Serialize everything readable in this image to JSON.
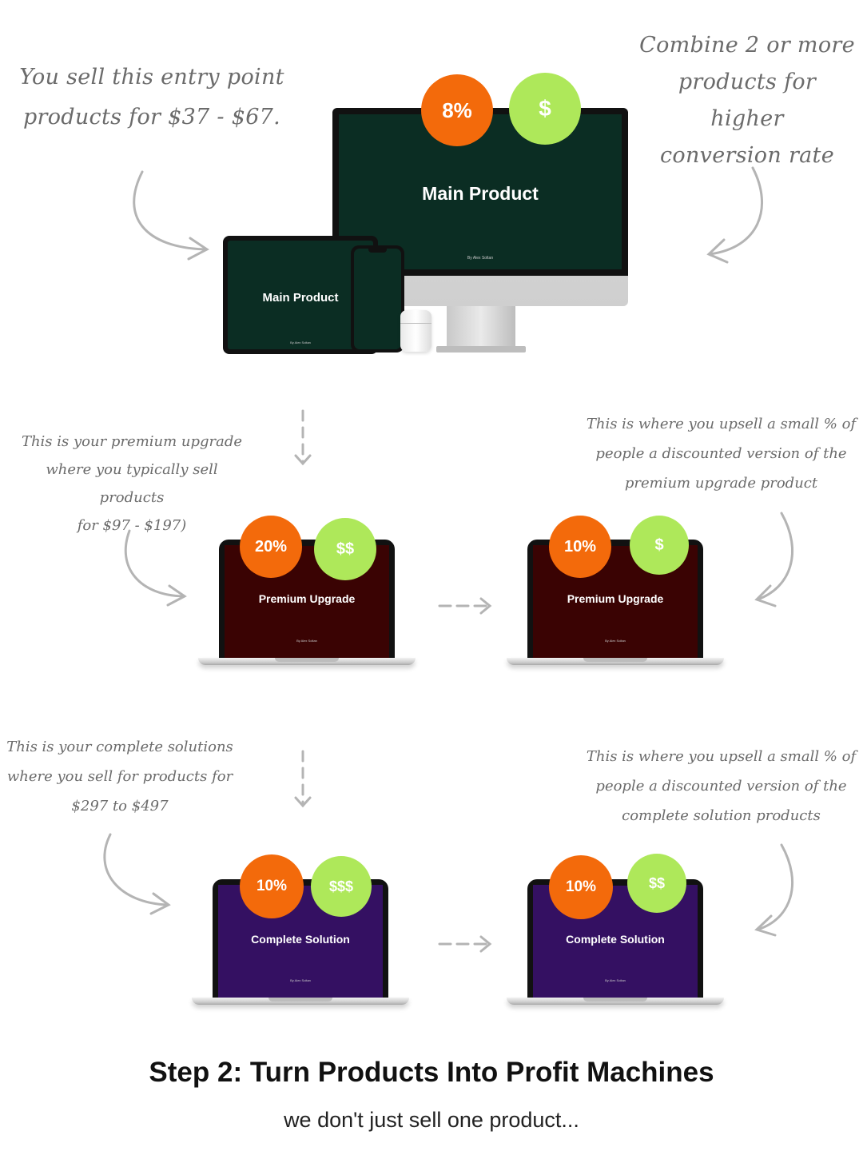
{
  "notes": {
    "entry": "You sell this entry point\nproducts for $37 - $67.",
    "combine": "Combine 2 or more\nproducts for higher\nconversion rate",
    "premium": "This is your premium upgrade\nwhere you typically sell products\nfor $97 - $197)",
    "premium_downsell": "This is where you upsell a small % of\npeople a discounted version of the\npremium upgrade product",
    "complete": "This is your complete solutions\nwhere you sell for products for\n$297 to $497",
    "complete_downsell": "This is where you upsell a small % of\npeople a discounted version of the\ncomplete solution products"
  },
  "main_product": {
    "title": "Main Product",
    "byline": "By Alex Soltan",
    "rate": "8%",
    "price": "$"
  },
  "premium_upgrade": {
    "title": "Premium Upgrade",
    "byline": "By Alex Soltan",
    "rate": "20%",
    "price": "$$"
  },
  "premium_downsell": {
    "title": "Premium Upgrade",
    "byline": "By Alex Soltan",
    "rate": "10%",
    "price": "$"
  },
  "complete_solution": {
    "title": "Complete Solution",
    "byline": "By Alex Soltan",
    "rate": "10%",
    "price": "$$$"
  },
  "complete_downsell": {
    "title": "Complete Solution",
    "byline": "By Alex Soltan",
    "rate": "10%",
    "price": "$$"
  },
  "footer": {
    "title": "Step 2: Turn Products Into Profit Machines",
    "subtitle": "we don't just sell one product..."
  },
  "colors": {
    "main_screen": "#0b2d23",
    "premium_screen": "#3a0303",
    "complete_screen": "#341062",
    "rate_badge": "#f36a0b",
    "price_badge": "#aee85a"
  }
}
